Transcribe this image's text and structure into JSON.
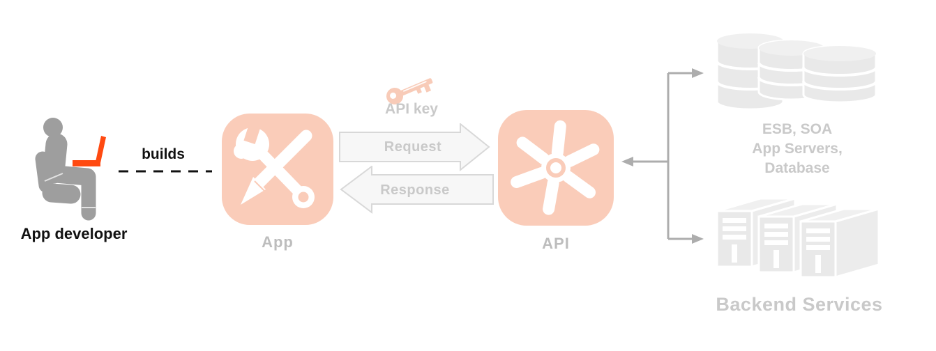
{
  "diagram_title": "App developer builds an App that calls an API connected to backend services",
  "colors": {
    "accent_orange": "#FF4A11",
    "icon_salmon": "#FACCB9",
    "key_salmon": "#F8CBB8",
    "figure_gray": "#9E9E9E",
    "faded_shape_gray": "#E9E9E9",
    "faded_shape_top_gray": "#F0F0F0",
    "icon_label_gray": "#BDBDBD",
    "faded_text_gray": "#C9C9C9",
    "arrow_fill": "#F7F7F7",
    "arrow_stroke": "#D8D8D8",
    "connector_gray": "#ADADAD",
    "text_black": "#111111"
  },
  "developer": {
    "name_label": "App developer",
    "builds_label": "builds"
  },
  "app": {
    "label": "App"
  },
  "api": {
    "label": "API"
  },
  "api_key": {
    "label": "API key"
  },
  "arrows": {
    "request_label": "Request",
    "response_label": "Response"
  },
  "backend_top": {
    "line1": "ESB, SOA",
    "line2": "App Servers,",
    "line3": "Database"
  },
  "backend_bottom": {
    "label": "Backend Services"
  }
}
